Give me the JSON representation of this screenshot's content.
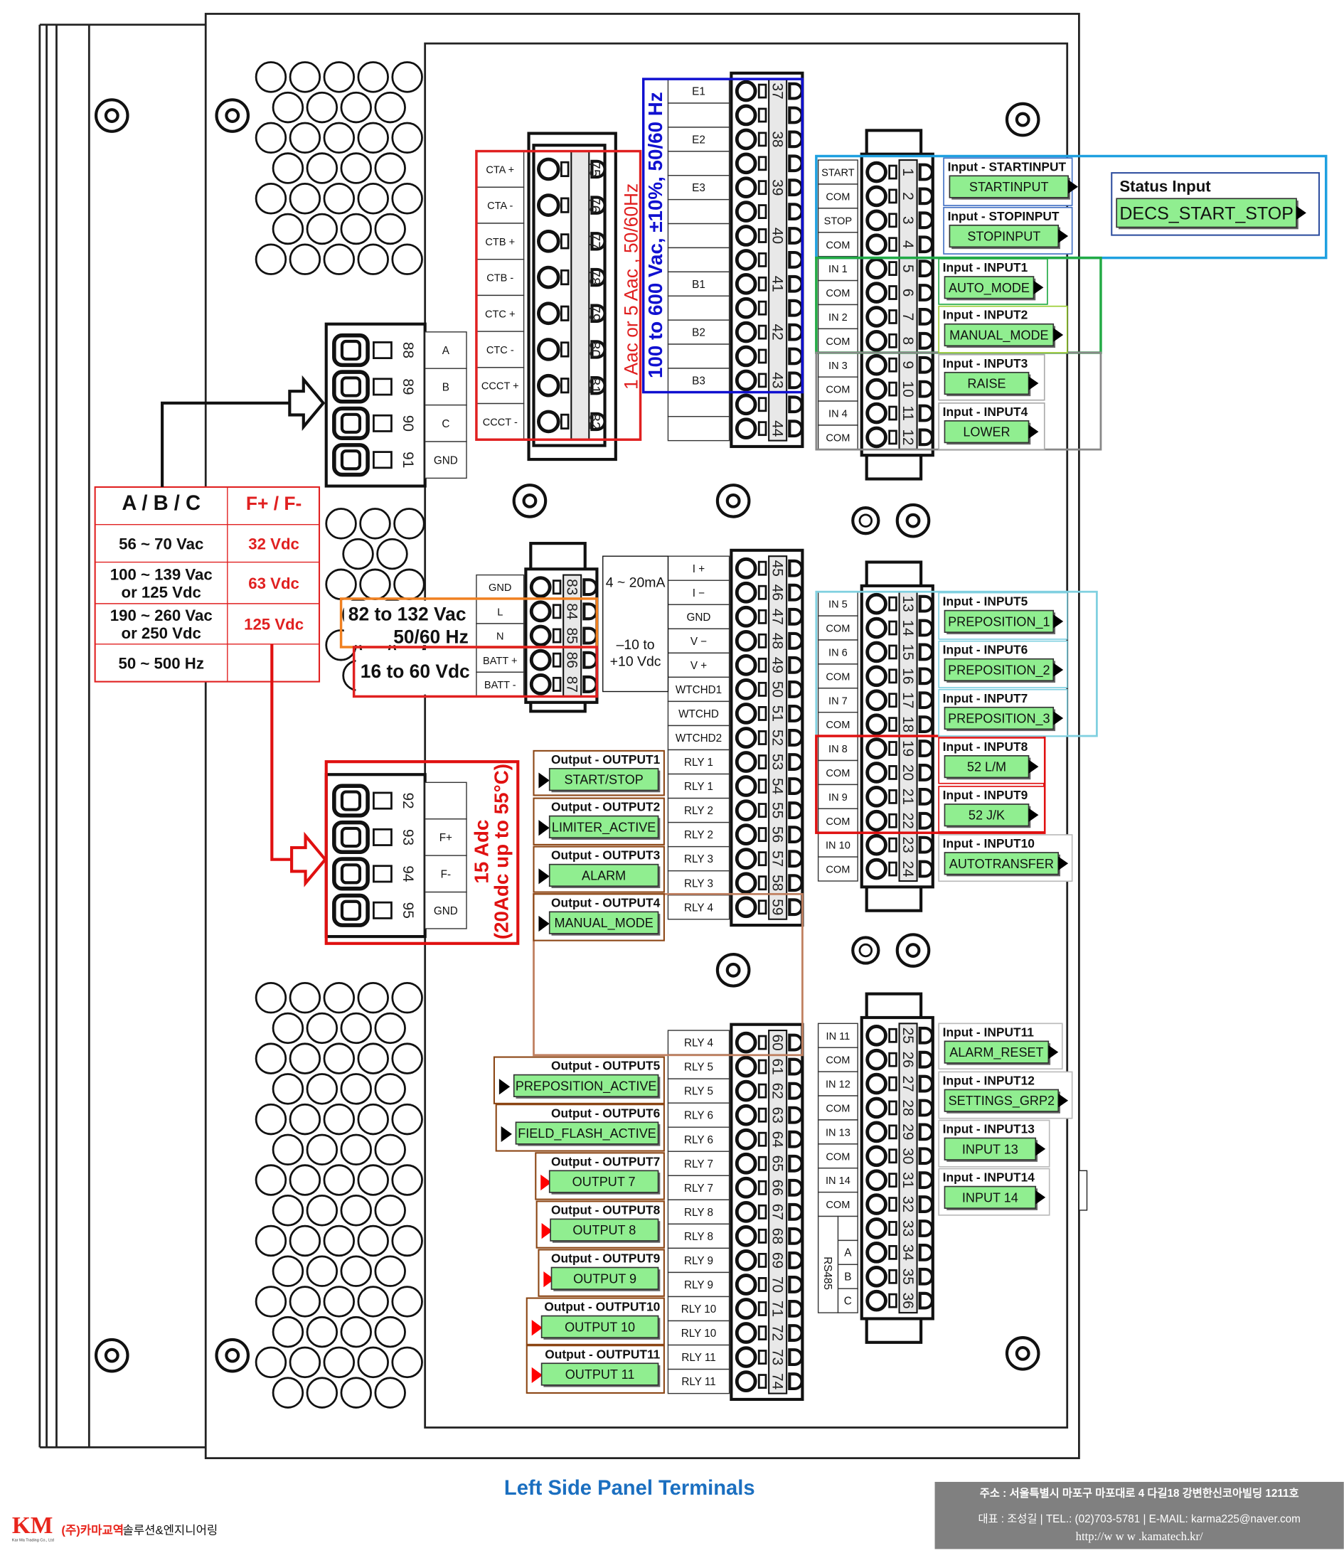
{
  "title": "Left Side Panel Terminals",
  "voltage_table": {
    "headers": [
      "A / B / C",
      "F+ / F-"
    ],
    "rows": [
      {
        "abc": [
          "56 ~ 70 Vac"
        ],
        "f": "32 Vdc"
      },
      {
        "abc": [
          "100 ~ 139 Vac",
          "or 125 Vdc"
        ],
        "f": "63 Vdc"
      },
      {
        "abc": [
          "190 ~ 260 Vac",
          "or 250 Vdc"
        ],
        "f": "125 Vdc"
      },
      {
        "abc": [
          "50 ~ 500 Hz"
        ],
        "f": ""
      }
    ]
  },
  "notes": {
    "voltage_sensing": "100 to 600 Vac, ±10%, 50/60 Hz",
    "current_sensing": "1 Aac or 5 Aac , 50/60Hz",
    "ac_power": [
      "82 to 132 Vac",
      "50/60 Hz"
    ],
    "dc_power": "16 to 60 Vdc",
    "field_output": [
      "15 Adc",
      "(20Adc up to 55°C)"
    ],
    "analog_current": "4 ~ 20mA",
    "analog_voltage": [
      "–10 to",
      "+10 Vdc"
    ],
    "rs485": "RS485"
  },
  "terminals": {
    "t37_44": {
      "numbers": [
        37,
        38,
        39,
        40,
        41,
        42,
        43,
        44
      ],
      "labels": [
        "E1",
        "",
        "E2",
        "",
        "E3",
        "",
        "",
        "",
        "B1",
        "",
        "B2",
        "",
        "B3",
        "",
        ""
      ]
    },
    "t75_82": {
      "numbers": [
        75,
        76,
        77,
        78,
        79,
        80,
        81,
        82
      ],
      "labels": [
        "CTA +",
        "CTA -",
        "CTB +",
        "CTB -",
        "CTC +",
        "CTC -",
        "CCCT +",
        "CCCT -"
      ]
    },
    "t88_91": {
      "numbers": [
        88,
        89,
        90,
        91
      ],
      "labels": [
        "A",
        "B",
        "C",
        "GND"
      ]
    },
    "t83_87": {
      "numbers": [
        83,
        84,
        85,
        86,
        87
      ],
      "labels": [
        "GND",
        "L",
        "N",
        "BATT +",
        "BATT -"
      ]
    },
    "t92_95": {
      "numbers": [
        92,
        93,
        94,
        95
      ],
      "labels": [
        "",
        "F+",
        "F-",
        "GND"
      ]
    },
    "t45_59": {
      "numbers": [
        45,
        46,
        47,
        48,
        49,
        50,
        51,
        52,
        53,
        54,
        55,
        56,
        57,
        58,
        59
      ],
      "labels": [
        "I +",
        "I −",
        "GND",
        "V −",
        "V +",
        "WTCHD1",
        "WTCHD",
        "WTCHD2",
        "RLY 1",
        "RLY 1",
        "RLY 2",
        "RLY 2",
        "RLY 3",
        "RLY 3",
        "RLY 4"
      ]
    },
    "t60_74": {
      "numbers": [
        60,
        61,
        62,
        63,
        64,
        65,
        66,
        67,
        68,
        69,
        70,
        71,
        72,
        73,
        74
      ],
      "labels": [
        "RLY 4",
        "RLY 5",
        "RLY 5",
        "RLY 6",
        "RLY 6",
        "RLY 7",
        "RLY 7",
        "RLY 8",
        "RLY 8",
        "RLY 9",
        "RLY 9",
        "RLY 10",
        "RLY 10",
        "RLY 11",
        "RLY 11"
      ]
    },
    "t1_12": {
      "numbers": [
        1,
        2,
        3,
        4,
        5,
        6,
        7,
        8,
        9,
        10,
        11,
        12
      ],
      "labels": [
        "START",
        "COM",
        "STOP",
        "COM",
        "IN 1",
        "COM",
        "IN 2",
        "COM",
        "IN 3",
        "COM",
        "IN 4",
        "COM"
      ]
    },
    "t13_24": {
      "numbers": [
        13,
        14,
        15,
        16,
        17,
        18,
        19,
        20,
        21,
        22,
        23,
        24
      ],
      "labels": [
        "IN 5",
        "COM",
        "IN 6",
        "COM",
        "IN 7",
        "COM",
        "IN 8",
        "COM",
        "IN 9",
        "COM",
        "IN 10",
        "COM"
      ]
    },
    "t25_36": {
      "numbers": [
        25,
        26,
        27,
        28,
        29,
        30,
        31,
        32,
        33,
        34,
        35,
        36
      ],
      "labels": [
        "IN 11",
        "COM",
        "IN 12",
        "COM",
        "IN 13",
        "COM",
        "IN 14",
        "COM",
        "",
        "A",
        "B",
        "C"
      ]
    }
  },
  "inputs": [
    {
      "header": "Input - STARTINPUT",
      "value": "STARTINPUT"
    },
    {
      "header": "Input - STOPINPUT",
      "value": "STOPINPUT"
    },
    {
      "header": "Input - INPUT1",
      "value": "AUTO_MODE"
    },
    {
      "header": "Input - INPUT2",
      "value": "MANUAL_MODE"
    },
    {
      "header": "Input - INPUT3",
      "value": "RAISE"
    },
    {
      "header": "Input - INPUT4",
      "value": "LOWER"
    },
    {
      "header": "Input - INPUT5",
      "value": "PREPOSITION_1"
    },
    {
      "header": "Input - INPUT6",
      "value": "PREPOSITION_2"
    },
    {
      "header": "Input - INPUT7",
      "value": "PREPOSITION_3"
    },
    {
      "header": "Input - INPUT8",
      "value": "52 L/M"
    },
    {
      "header": "Input - INPUT9",
      "value": "52 J/K"
    },
    {
      "header": "Input - INPUT10",
      "value": "AUTOTRANSFER"
    },
    {
      "header": "Input - INPUT11",
      "value": "ALARM_RESET"
    },
    {
      "header": "Input - INPUT12",
      "value": "SETTINGS_GRP2"
    },
    {
      "header": "Input - INPUT13",
      "value": "INPUT 13"
    },
    {
      "header": "Input - INPUT14",
      "value": "INPUT 14"
    }
  ],
  "status_input": {
    "header": "Status Input",
    "value": "DECS_START_STOP"
  },
  "outputs": [
    {
      "header": "Output - OUTPUT1",
      "value": "START/STOP",
      "marker": "black"
    },
    {
      "header": "Output - OUTPUT2",
      "value": "LIMITER_ACTIVE",
      "marker": "black"
    },
    {
      "header": "Output - OUTPUT3",
      "value": "ALARM",
      "marker": "black"
    },
    {
      "header": "Output - OUTPUT4",
      "value": "MANUAL_MODE",
      "marker": "black"
    },
    {
      "header": "Output - OUTPUT5",
      "value": "PREPOSITION_ACTIVE",
      "marker": "black"
    },
    {
      "header": "Output - OUTPUT6",
      "value": "FIELD_FLASH_ACTIVE",
      "marker": "black"
    },
    {
      "header": "Output - OUTPUT7",
      "value": "OUTPUT 7",
      "marker": "red"
    },
    {
      "header": "Output - OUTPUT8",
      "value": "OUTPUT 8",
      "marker": "red"
    },
    {
      "header": "Output - OUTPUT9",
      "value": "OUTPUT 9",
      "marker": "red"
    },
    {
      "header": "Output - OUTPUT10",
      "value": "OUTPUT 10",
      "marker": "red"
    },
    {
      "header": "Output - OUTPUT11",
      "value": "OUTPUT 11",
      "marker": "red"
    }
  ],
  "colors": {
    "button_fill": "#90ee90",
    "voltage_box": "#1010d0",
    "current_box": "#e02020",
    "status_group": "#1ea0e0",
    "green_group": "#22aa44",
    "gray_group": "#888888",
    "cyan_group": "#80d0e0",
    "red_group": "#e01010",
    "output_border": "#8b4513",
    "ac_box": "#f08020",
    "footer_bg": "#808080",
    "title": "#1b6fc0",
    "brand": "#e8251c"
  },
  "footer": {
    "address": "주소 : 서울특별시 마포구 마포대로 4 다길18 강변한신코아빌딩 1211호",
    "contact": "대표 : 조성길 | TEL.: (02)703-5781 | E-MAIL: karma225@naver.com",
    "url": "http://w w w .kamatech.kr/"
  },
  "logo": {
    "mark": "KM",
    "tagline": "Kar Ma Trading Co., Ltd",
    "company": "(주)카마교역",
    "slogan": "솔루션&엔지니어링"
  }
}
